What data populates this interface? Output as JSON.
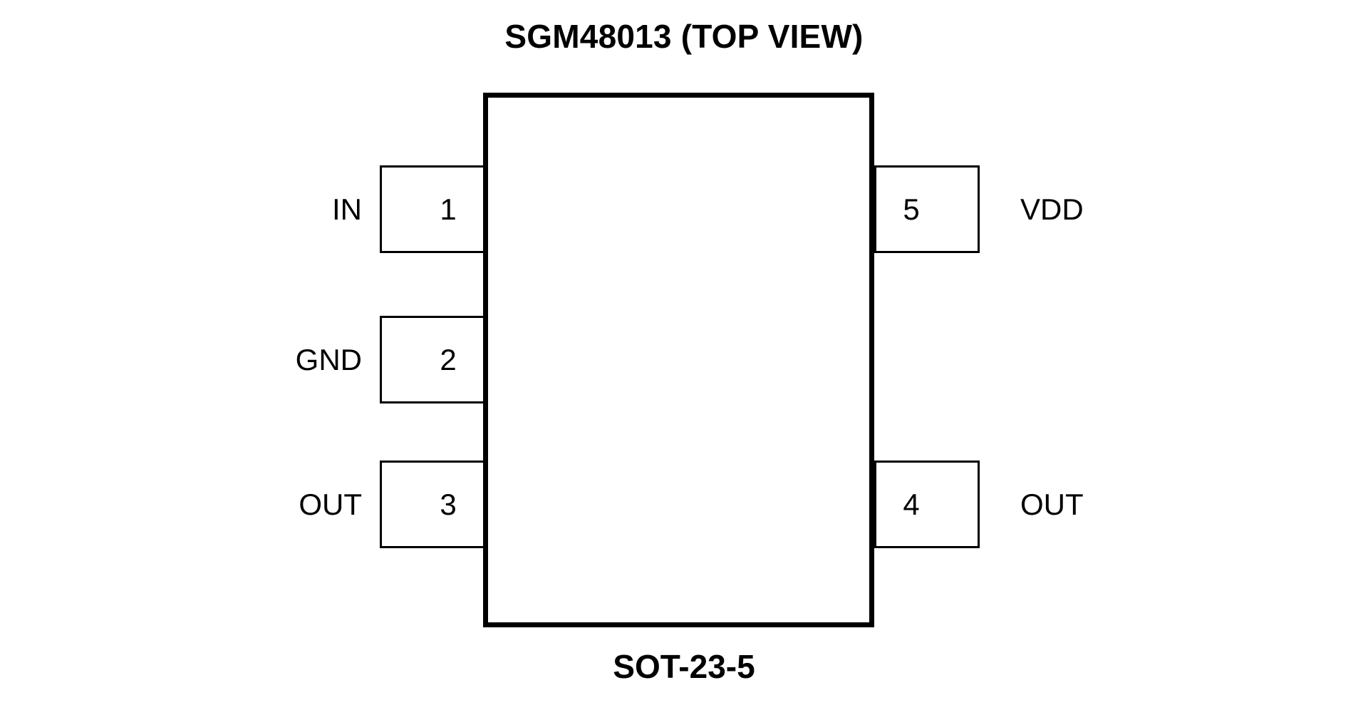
{
  "diagram": {
    "title": "SGM48013 (TOP VIEW)",
    "package": "SOT-23-5",
    "part_number": "SGM48013",
    "view": "TOP VIEW",
    "colors": {
      "ink": "#000000",
      "background": "#ffffff"
    },
    "pins": [
      {
        "number": "1",
        "name": "IN",
        "side": "left"
      },
      {
        "number": "2",
        "name": "GND",
        "side": "left"
      },
      {
        "number": "3",
        "name": "OUT",
        "side": "left"
      },
      {
        "number": "4",
        "name": "OUT",
        "side": "right"
      },
      {
        "number": "5",
        "name": "VDD",
        "side": "right"
      }
    ]
  }
}
